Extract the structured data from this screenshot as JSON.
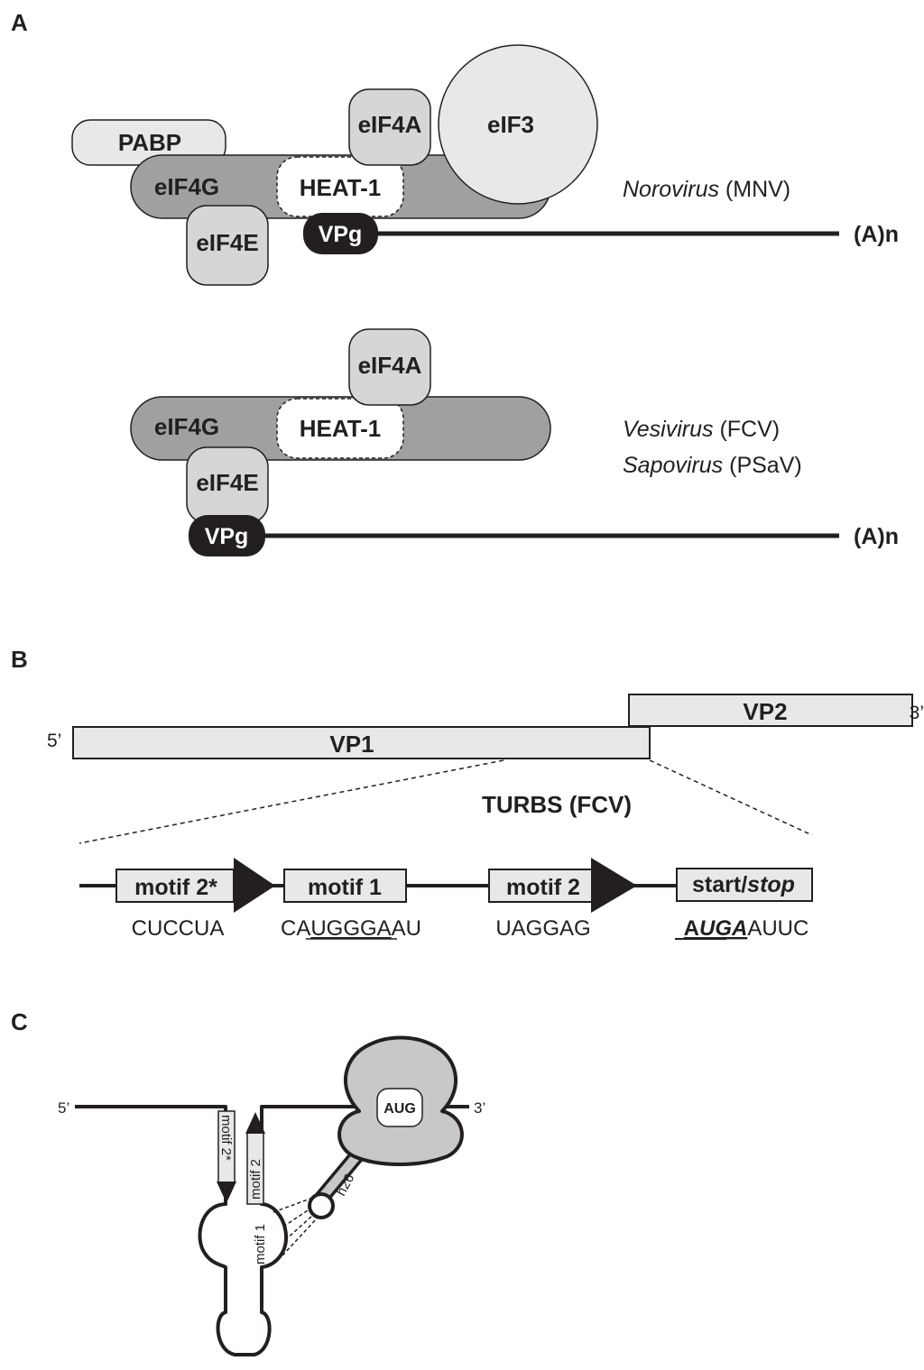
{
  "panels": {
    "a": "A",
    "b": "B",
    "c": "C"
  },
  "panel_a": {
    "complex1": {
      "pabp": "PABP",
      "eif4g": "eIF4G",
      "heat1": "HEAT-1",
      "eif4a": "eIF4A",
      "eif3": "eIF3",
      "eif4e": "eIF4E",
      "vpg": "VPg",
      "polya": "(A)n",
      "virus": {
        "genus": "Norovirus",
        "strain": " (MNV)"
      }
    },
    "complex2": {
      "eif4g": "eIF4G",
      "heat1": "HEAT-1",
      "eif4a": "eIF4A",
      "eif4e": "eIF4E",
      "vpg": "VPg",
      "polya": "(A)n",
      "virus1": {
        "genus": "Vesivirus",
        "strain": " (FCV)"
      },
      "virus2": {
        "genus": "Sapovirus",
        "strain": " (PSaV)"
      }
    }
  },
  "panel_b": {
    "five_prime": "5’",
    "three_prime": "3’",
    "vp1": "VP1",
    "vp2": "VP2",
    "turbs_title": "TURBS (FCV)",
    "motifs": {
      "motif2star": {
        "label": "motif 2*",
        "seq": "CUCCUA"
      },
      "motif1": {
        "label": "motif 1",
        "seq_a": "CA",
        "seq_b": "UGGGA",
        "seq_c": "AU"
      },
      "motif2": {
        "label": "motif 2",
        "seq": "UAGGAG"
      },
      "startstop": {
        "label_a": "start/",
        "label_b": "stop",
        "seq_a": "A",
        "seq_b": "UGA",
        "seq_c": "AUUC"
      }
    }
  },
  "panel_c": {
    "five_prime": "5’",
    "three_prime": "3’",
    "aug": "AUG",
    "motif2star": "motif 2*",
    "motif2": "motif 2",
    "motif1": "motif 1",
    "h26": "h26"
  },
  "colors": {
    "dark_gray": "#a0a0a0",
    "light_gray": "#e8e8e8",
    "mid_gray": "#c8c8c8",
    "black": "#231f20"
  }
}
